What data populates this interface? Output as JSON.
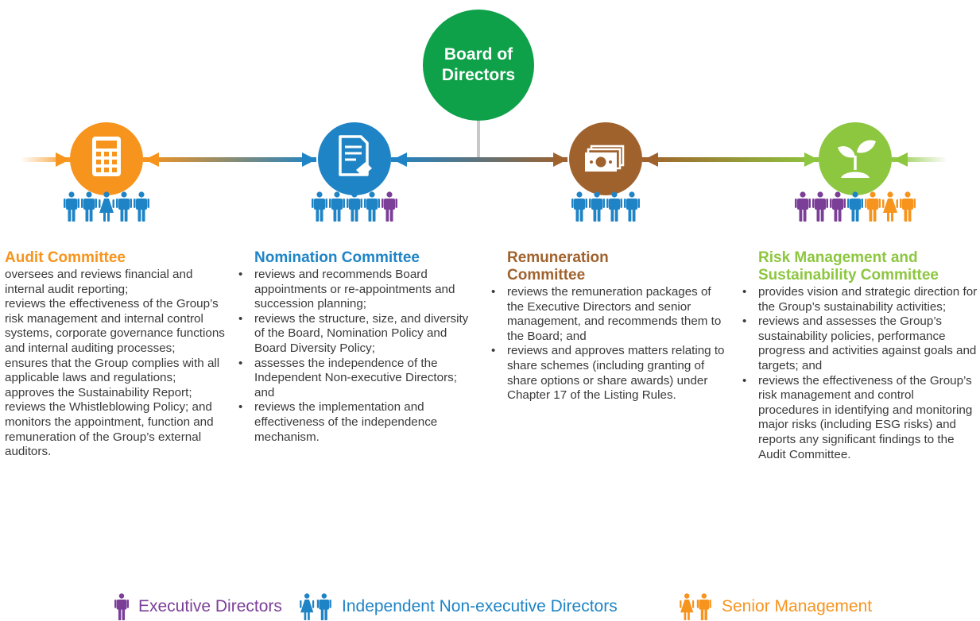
{
  "colors": {
    "executive": "#7b3f98",
    "independent": "#1f84c6",
    "senior": "#f7941d",
    "audit": "#f7941d",
    "nomination": "#1f84c6",
    "remuneration": "#a0622d",
    "risk": "#8dc63f",
    "board": "#0fa14a"
  },
  "board": {
    "title_line1": "Board of",
    "title_line2": "Directors"
  },
  "committees": [
    {
      "title": "Audit Committee",
      "icon": "calculator-icon",
      "members": [
        "independent",
        "independent",
        "independent-female",
        "independent",
        "independent"
      ],
      "bullets": [
        "oversees and reviews financial and internal audit reporting;",
        "reviews the effectiveness of the Group’s risk management and internal control systems, corporate governance functions and internal auditing processes;",
        "ensures that the Group complies with all applicable laws and regulations;",
        "approves the Sustainability Report;",
        "reviews the Whistleblowing Policy; and",
        "monitors the appointment, function and remuneration of the Group’s external auditors."
      ]
    },
    {
      "title": "Nomination Committee",
      "icon": "document-icon",
      "members": [
        "independent",
        "independent",
        "independent",
        "independent",
        "executive"
      ],
      "bullets": [
        "reviews and recommends Board appointments or re-appointments and succession planning;",
        "reviews the structure, size, and diversity of the Board, Nomination Policy and Board Diversity Policy;",
        "assesses the independence of the Independent Non-executive Directors; and",
        "reviews the implementation and effectiveness of the independence mechanism."
      ]
    },
    {
      "title_line1": "Remuneration",
      "title_line2": "Committee",
      "icon": "money-icon",
      "members": [
        "independent",
        "independent",
        "independent",
        "independent"
      ],
      "bullets": [
        "reviews the remuneration packages of the Executive Directors and senior management, and recommends them to the Board; and",
        "reviews and approves matters relating to share schemes (including granting of share options or share awards) under Chapter 17 of the Listing Rules."
      ]
    },
    {
      "title_line1": "Risk Management and",
      "title_line2": "Sustainability Committee",
      "icon": "sprout-icon",
      "members": [
        "executive",
        "executive",
        "executive",
        "independent",
        "senior",
        "senior-female",
        "senior"
      ],
      "bullets": [
        "provides vision and strategic direction for the Group’s sustainability activities;",
        "reviews and assesses the Group’s sustainability policies, performance progress and activities against goals and targets; and",
        "reviews the effectiveness of the Group’s risk management and control procedures in identifying and monitoring major risks (including ESG risks) and reports any significant findings to the Audit Committee."
      ]
    }
  ],
  "legend": {
    "executive": "Executive Directors",
    "independent": "Independent Non-executive Directors",
    "senior": "Senior Management"
  }
}
